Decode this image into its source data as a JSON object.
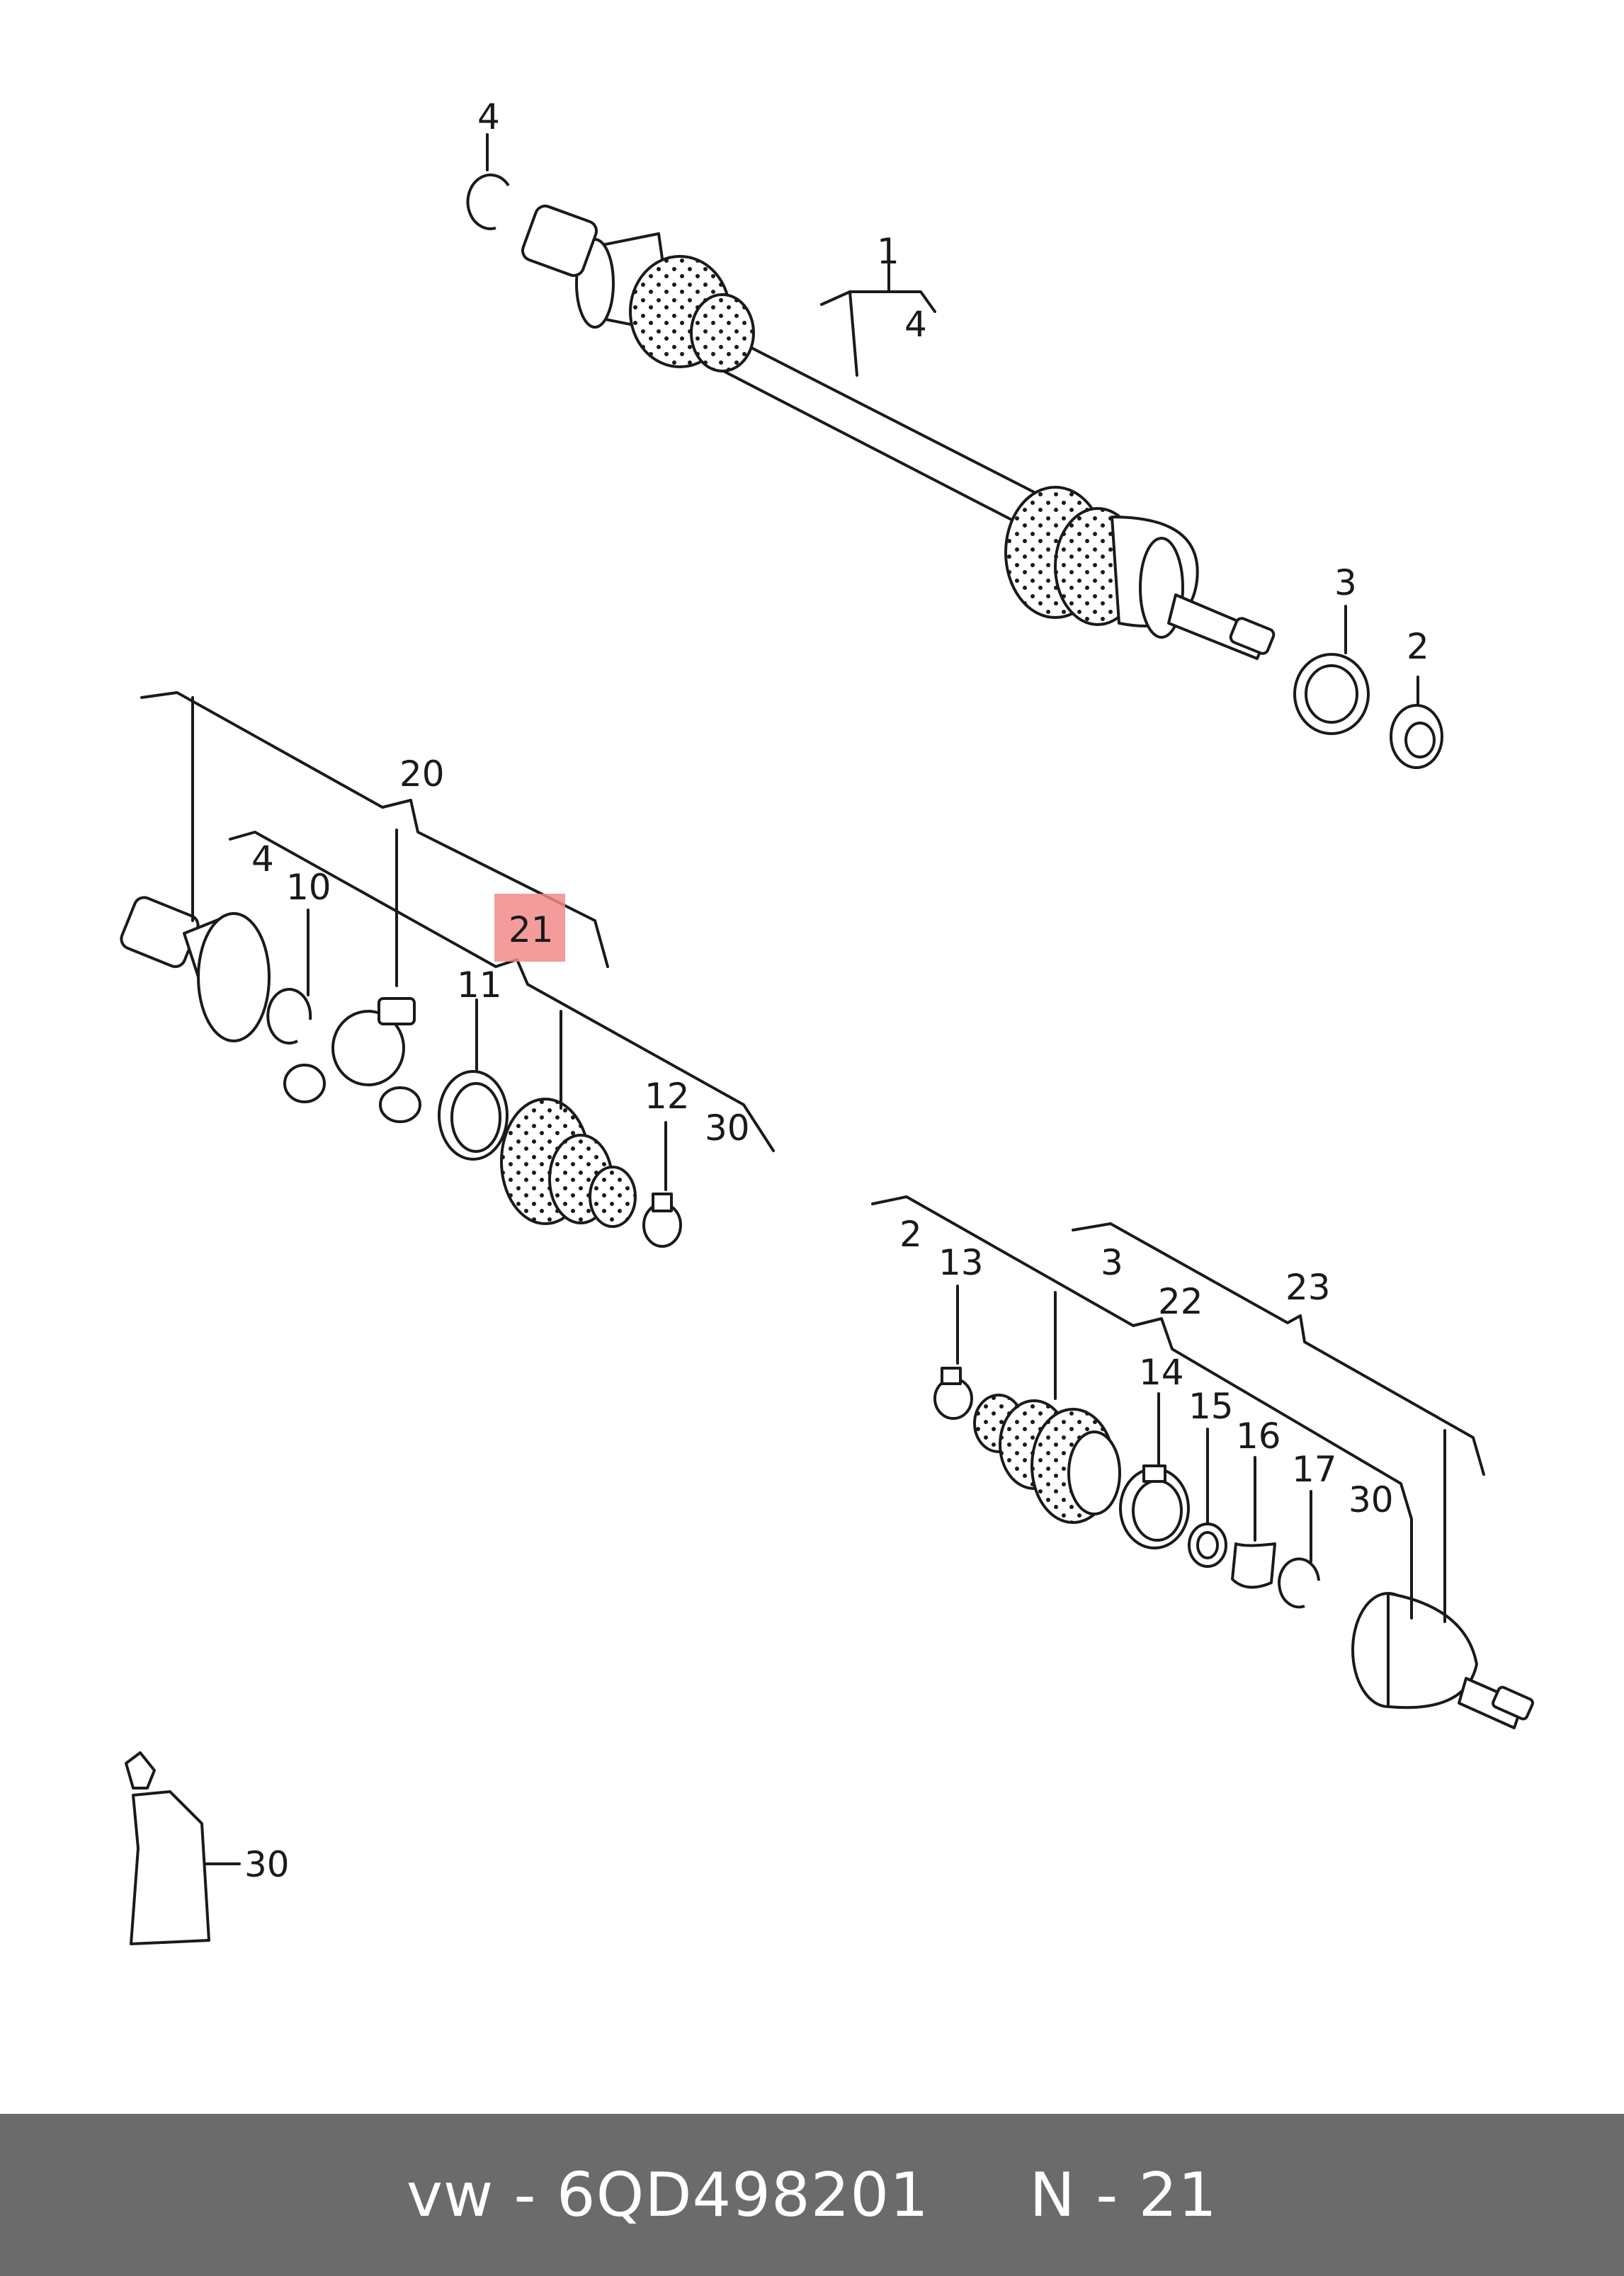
{
  "callouts": {
    "c1": "1",
    "c4a": "4",
    "c4b": "4",
    "c3": "3",
    "c2": "2",
    "c20": "20",
    "c4c": "4",
    "c10": "10",
    "c21": "21",
    "c11": "11",
    "c12": "12",
    "c30a": "30",
    "c2b": "2",
    "c13": "13",
    "c3b": "3",
    "c22": "22",
    "c23": "23",
    "c14": "14",
    "c15": "15",
    "c16": "16",
    "c17": "17",
    "c30b": "30",
    "c30c": "30"
  },
  "highlight": {
    "label": "21",
    "color": "#f28b8b"
  },
  "footer": {
    "text": "vw - 6QD498201     N - 21",
    "background": "#6b6b6b"
  }
}
